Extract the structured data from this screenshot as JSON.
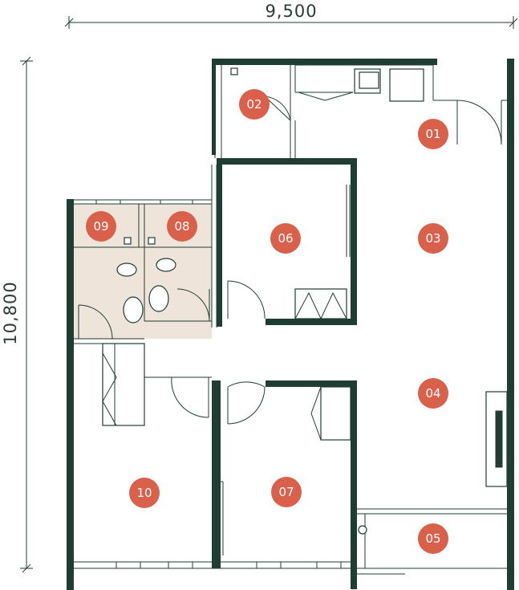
{
  "dimensions": {
    "width": "9,500",
    "height": "10,800"
  },
  "colors": {
    "wall": "#1f3d32",
    "room_marker": "#d9604b",
    "wet_area": "#efe4da"
  },
  "rooms": [
    {
      "id": "01"
    },
    {
      "id": "02"
    },
    {
      "id": "03"
    },
    {
      "id": "04"
    },
    {
      "id": "05"
    },
    {
      "id": "06"
    },
    {
      "id": "07"
    },
    {
      "id": "08"
    },
    {
      "id": "09"
    },
    {
      "id": "10"
    }
  ]
}
